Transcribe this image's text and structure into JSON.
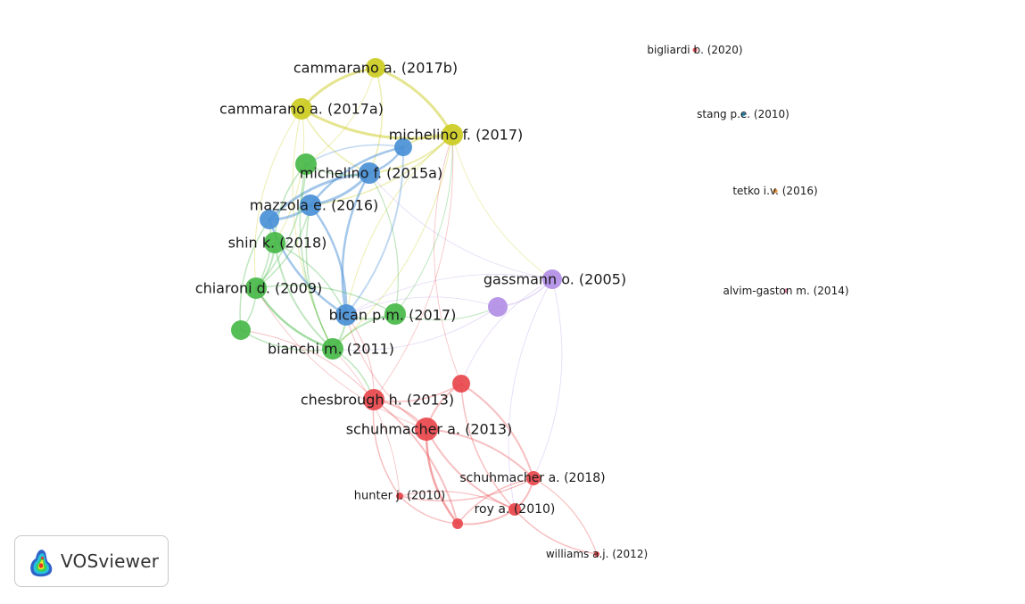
{
  "app": {
    "logo_label": "VOSviewer"
  },
  "colors": {
    "cluster_red": "#e8474c",
    "cluster_green": "#48b848",
    "cluster_blue": "#4a90d6",
    "cluster_yellow": "#cccc22",
    "cluster_purple": "#b28ee6",
    "cluster_cyan": "#33aadd",
    "cluster_orange": "#e08a2a",
    "cluster_pink": "#e07aa0"
  },
  "network": {
    "nodes": [
      {
        "id": "cammarano-2017b",
        "label": "cammarano a. (2017b)",
        "cluster": "yellow"
      },
      {
        "id": "cammarano-2017a",
        "label": "cammarano a. (2017a)",
        "cluster": "yellow"
      },
      {
        "id": "michelino-2017",
        "label": "michelino f. (2017)",
        "cluster": "yellow"
      },
      {
        "id": "michelino-2015a",
        "label": "michelino f. (2015a)",
        "cluster": "blue"
      },
      {
        "id": "blue-unlabeled-1",
        "label": "",
        "cluster": "blue"
      },
      {
        "id": "blue-unlabeled-2",
        "label": "",
        "cluster": "blue"
      },
      {
        "id": "mazzola-2016",
        "label": "mazzola e. (2016)",
        "cluster": "blue"
      },
      {
        "id": "bican-2017",
        "label": "bican p.m. (2017)",
        "cluster": "blue"
      },
      {
        "id": "green-unlabeled-1",
        "label": "",
        "cluster": "green"
      },
      {
        "id": "shin-2018",
        "label": "shin k. (2018)",
        "cluster": "green"
      },
      {
        "id": "chiaroni-2009",
        "label": "chiaroni d. (2009)",
        "cluster": "green"
      },
      {
        "id": "green-unlabeled-2",
        "label": "",
        "cluster": "green"
      },
      {
        "id": "bianchi-2011",
        "label": "bianchi m. (2011)",
        "cluster": "green"
      },
      {
        "id": "green-unlabeled-3",
        "label": "",
        "cluster": "green"
      },
      {
        "id": "gassmann-2005",
        "label": "gassmann o. (2005)",
        "cluster": "purple"
      },
      {
        "id": "purple-unlabeled-1",
        "label": "",
        "cluster": "purple"
      },
      {
        "id": "chesbrough-2013",
        "label": "chesbrough h. (2013)",
        "cluster": "red"
      },
      {
        "id": "red-unlabeled-1",
        "label": "",
        "cluster": "red"
      },
      {
        "id": "schuhmacher-2013",
        "label": "schuhmacher a. (2013)",
        "cluster": "red"
      },
      {
        "id": "schuhmacher-2018",
        "label": "schuhmacher a. (2018)",
        "cluster": "red"
      },
      {
        "id": "hunter-2010",
        "label": "hunter j. (2010)",
        "cluster": "red"
      },
      {
        "id": "roy-2010",
        "label": "roy a. (2010)",
        "cluster": "red"
      },
      {
        "id": "red-unlabeled-2",
        "label": "",
        "cluster": "red"
      },
      {
        "id": "williams-2012",
        "label": "williams a.j. (2012)",
        "cluster": "red"
      },
      {
        "id": "bigliardi-2020",
        "label": "bigliardi b. (2020)",
        "cluster": "red"
      },
      {
        "id": "stang-2010",
        "label": "stang p.e. (2010)",
        "cluster": "cyan"
      },
      {
        "id": "tetko-2016",
        "label": "tetko i.v. (2016)",
        "cluster": "orange"
      },
      {
        "id": "alvim-gaston-2014",
        "label": "alvim-gaston m. (2014)",
        "cluster": "pink"
      }
    ],
    "links": [
      [
        "cammarano-2017b",
        "cammarano-2017a",
        3,
        "yellow"
      ],
      [
        "cammarano-2017b",
        "michelino-2017",
        3,
        "yellow"
      ],
      [
        "cammarano-2017a",
        "michelino-2017",
        3,
        "yellow"
      ],
      [
        "cammarano-2017b",
        "michelino-2015a",
        1.5,
        "yellow"
      ],
      [
        "cammarano-2017a",
        "michelino-2015a",
        1.5,
        "yellow"
      ],
      [
        "michelino-2017",
        "michelino-2015a",
        2,
        "yellow"
      ],
      [
        "michelino-2017",
        "blue-unlabeled-1",
        2,
        "yellow"
      ],
      [
        "michelino-2017",
        "mazzola-2016",
        1.5,
        "yellow"
      ],
      [
        "michelino-2017",
        "bican-2017",
        1,
        "yellow"
      ],
      [
        "michelino-2017",
        "bianchi-2011",
        1,
        "yellow"
      ],
      [
        "michelino-2017",
        "gassmann-2005",
        0.8,
        "yellow"
      ],
      [
        "cammarano-2017a",
        "shin-2018",
        1,
        "yellow"
      ],
      [
        "cammarano-2017a",
        "chiaroni-2009",
        1,
        "yellow"
      ],
      [
        "cammarano-2017b",
        "green-unlabeled-1",
        1,
        "yellow"
      ],
      [
        "cammarano-2017a",
        "bianchi-2011",
        1,
        "yellow"
      ],
      [
        "blue-unlabeled-1",
        "michelino-2015a",
        2.5,
        "blue"
      ],
      [
        "blue-unlabeled-1",
        "mazzola-2016",
        2.5,
        "blue"
      ],
      [
        "michelino-2015a",
        "mazzola-2016",
        3,
        "blue"
      ],
      [
        "michelino-2015a",
        "blue-unlabeled-2",
        3,
        "blue"
      ],
      [
        "mazzola-2016",
        "blue-unlabeled-2",
        3,
        "blue"
      ],
      [
        "michelino-2015a",
        "bican-2017",
        2.5,
        "blue"
      ],
      [
        "mazzola-2016",
        "bican-2017",
        2.5,
        "blue"
      ],
      [
        "blue-unlabeled-2",
        "bican-2017",
        2.5,
        "blue"
      ],
      [
        "blue-unlabeled-1",
        "bican-2017",
        2,
        "blue"
      ],
      [
        "blue-unlabeled-1",
        "green-unlabeled-1",
        1.5,
        "blue"
      ],
      [
        "michelino-2015a",
        "green-unlabeled-1",
        1.5,
        "green"
      ],
      [
        "green-unlabeled-1",
        "shin-2018",
        1.5,
        "green"
      ],
      [
        "green-unlabeled-1",
        "chiaroni-2009",
        1.5,
        "green"
      ],
      [
        "green-unlabeled-1",
        "bianchi-2011",
        1.5,
        "green"
      ],
      [
        "shin-2018",
        "chiaroni-2009",
        2,
        "green"
      ],
      [
        "shin-2018",
        "bianchi-2011",
        2,
        "green"
      ],
      [
        "shin-2018",
        "bican-2017",
        1.5,
        "green"
      ],
      [
        "chiaroni-2009",
        "bianchi-2011",
        2.5,
        "green"
      ],
      [
        "chiaroni-2009",
        "green-unlabeled-2",
        1.5,
        "green"
      ],
      [
        "green-unlabeled-2",
        "bianchi-2011",
        1.5,
        "green"
      ],
      [
        "chiaroni-2009",
        "green-unlabeled-3",
        1.5,
        "green"
      ],
      [
        "green-unlabeled-3",
        "bianchi-2011",
        2,
        "green"
      ],
      [
        "green-unlabeled-3",
        "bican-2017",
        2,
        "green"
      ],
      [
        "bianchi-2011",
        "bican-2017",
        2,
        "green"
      ],
      [
        "mazzola-2016",
        "chiaroni-2009",
        1.5,
        "green"
      ],
      [
        "mazzola-2016",
        "bianchi-2011",
        1.5,
        "green"
      ],
      [
        "blue-unlabeled-2",
        "chiaroni-2009",
        1.5,
        "green"
      ],
      [
        "blue-unlabeled-2",
        "green-unlabeled-2",
        1.5,
        "green"
      ],
      [
        "michelino-2015a",
        "green-unlabeled-3",
        1.2,
        "green"
      ],
      [
        "green-unlabeled-3",
        "michelino-2017",
        1,
        "green"
      ],
      [
        "bianchi-2011",
        "chesbrough-2013",
        1.5,
        "green"
      ],
      [
        "green-unlabeled-3",
        "purple-unlabeled-1",
        1,
        "green"
      ],
      [
        "gassmann-2005",
        "purple-unlabeled-1",
        1.5,
        "purple"
      ],
      [
        "gassmann-2005",
        "bican-2017",
        0.8,
        "purple"
      ],
      [
        "gassmann-2005",
        "michelino-2015a",
        0.8,
        "purple"
      ],
      [
        "purple-unlabeled-1",
        "bican-2017",
        0.8,
        "purple"
      ],
      [
        "purple-unlabeled-1",
        "bianchi-2011",
        0.8,
        "purple"
      ],
      [
        "gassmann-2005",
        "red-unlabeled-1",
        0.8,
        "purple"
      ],
      [
        "gassmann-2005",
        "schuhmacher-2018",
        0.8,
        "purple"
      ],
      [
        "gassmann-2005",
        "roy-2010",
        0.8,
        "purple"
      ],
      [
        "chesbrough-2013",
        "schuhmacher-2013",
        2,
        "red"
      ],
      [
        "chesbrough-2013",
        "red-unlabeled-1",
        1.5,
        "red"
      ],
      [
        "chesbrough-2013",
        "red-unlabeled-2",
        2,
        "red"
      ],
      [
        "chesbrough-2013",
        "hunter-2010",
        1.5,
        "red"
      ],
      [
        "schuhmacher-2013",
        "red-unlabeled-1",
        2,
        "red"
      ],
      [
        "schuhmacher-2013",
        "red-unlabeled-2",
        2.5,
        "red"
      ],
      [
        "schuhmacher-2013",
        "schuhmacher-2018",
        2,
        "red"
      ],
      [
        "schuhmacher-2013",
        "roy-2010",
        2,
        "red"
      ],
      [
        "red-unlabeled-1",
        "schuhmacher-2018",
        2,
        "red"
      ],
      [
        "red-unlabeled-1",
        "roy-2010",
        1.5,
        "red"
      ],
      [
        "schuhmacher-2018",
        "roy-2010",
        2,
        "red"
      ],
      [
        "schuhmacher-2018",
        "red-unlabeled-2",
        1.5,
        "red"
      ],
      [
        "roy-2010",
        "red-unlabeled-2",
        2,
        "red"
      ],
      [
        "roy-2010",
        "williams-2012",
        1.5,
        "red"
      ],
      [
        "schuhmacher-2018",
        "williams-2012",
        1.2,
        "red"
      ],
      [
        "hunter-2010",
        "schuhmacher-2018",
        1.5,
        "red"
      ],
      [
        "hunter-2010",
        "roy-2010",
        1.2,
        "red"
      ],
      [
        "hunter-2010",
        "red-unlabeled-2",
        1.5,
        "red"
      ],
      [
        "bican-2017",
        "chesbrough-2013",
        1,
        "red"
      ],
      [
        "bican-2017",
        "schuhmacher-2013",
        1,
        "red"
      ],
      [
        "michelino-2017",
        "chesbrough-2013",
        0.8,
        "red"
      ],
      [
        "michelino-2017",
        "red-unlabeled-1",
        0.8,
        "red"
      ],
      [
        "green-unlabeled-2",
        "chesbrough-2013",
        1,
        "red"
      ],
      [
        "chiaroni-2009",
        "schuhmacher-2013",
        0.8,
        "red"
      ],
      [
        "bianchi-2011",
        "hunter-2010",
        0.8,
        "red"
      ]
    ]
  }
}
